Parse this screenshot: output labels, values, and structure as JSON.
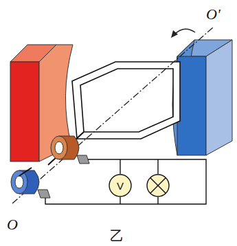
{
  "diagram": {
    "nodes": [
      {
        "text": [
          "V"
        ]
      }
    ],
    "labels": [
      "O'",
      "O",
      "乙"
    ]
  }
}
